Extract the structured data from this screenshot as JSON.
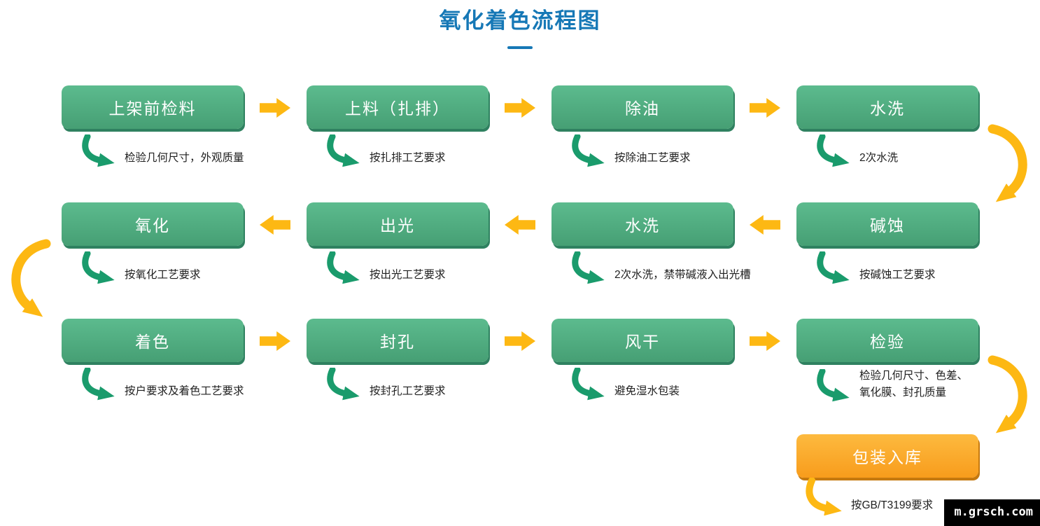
{
  "page": {
    "title": "氧化着色流程图",
    "watermark": "m.grsch.com"
  },
  "colors": {
    "title_blue": "#1678b6",
    "box_green_top": "#5cbb8e",
    "box_green_bottom": "#469f74",
    "box_green_shadow": "#2f8160",
    "box_orange_top": "#fdba3f",
    "box_orange_bottom": "#f89c1c",
    "arrow_yellow": "#fdb813",
    "swoosh_green": "#1a9b6c",
    "box_label_text": "#ffffff",
    "note_text": "#1f1f1f"
  },
  "rows": [
    {
      "flow": "right",
      "steps": [
        {
          "label": "上架前检料",
          "note": "检验几何尺寸，外观质量"
        },
        {
          "label": "上料（扎排）",
          "note": "按扎排工艺要求"
        },
        {
          "label": "除油",
          "note": "按除油工艺要求"
        },
        {
          "label": "水洗",
          "note": "2次水洗"
        }
      ]
    },
    {
      "flow": "left",
      "steps": [
        {
          "label": "氧化",
          "note": "按氧化工艺要求"
        },
        {
          "label": "出光",
          "note": "按出光工艺要求"
        },
        {
          "label": "水洗",
          "note": "2次水洗，禁带碱液入出光槽"
        },
        {
          "label": "碱蚀",
          "note": "按碱蚀工艺要求"
        }
      ]
    },
    {
      "flow": "right",
      "steps": [
        {
          "label": "着色",
          "note": "按户要求及着色工艺要求"
        },
        {
          "label": "封孔",
          "note": "按封孔工艺要求"
        },
        {
          "label": "风干",
          "note": "避免湿水包装"
        },
        {
          "label": "检验",
          "note": "检验几何尺寸、色差、\n氧化膜、封孔质量"
        }
      ]
    }
  ],
  "final_step": {
    "label": "包装入库",
    "note": "按GB/T3199要求"
  }
}
